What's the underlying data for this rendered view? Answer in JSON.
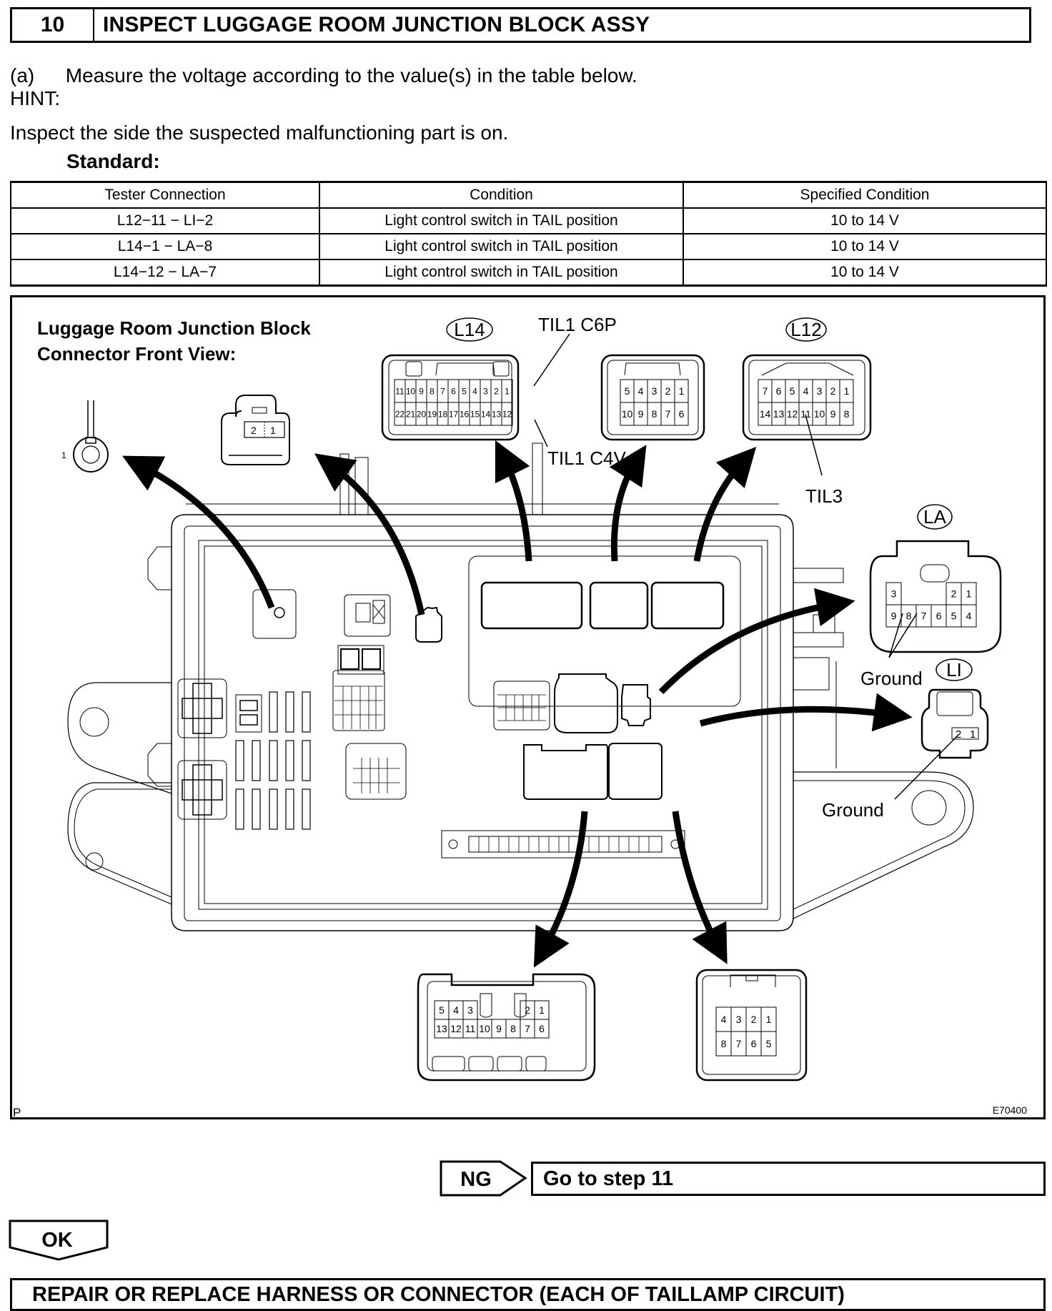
{
  "header": {
    "step_number": "10",
    "title": "INSPECT LUGGAGE ROOM JUNCTION BLOCK ASSY"
  },
  "instructions": {
    "item_marker": "(a)",
    "item_text": "Measure the voltage according to the value(s) in the table below.",
    "hint_label": "HINT:",
    "hint_text": "Inspect the side the suspected malfunctioning part is on.",
    "standard_label": "Standard:"
  },
  "spec_table": {
    "headers": [
      "Tester Connection",
      "Condition",
      "Specified Condition"
    ],
    "rows": [
      [
        "L12−11 − LI−2",
        "Light control switch in TAIL position",
        "10 to 14 V"
      ],
      [
        "L14−1 − LA−8",
        "Light control switch in TAIL position",
        "10 to 14 V"
      ],
      [
        "L14−12 − LA−7",
        "Light control switch in TAIL position",
        "10 to 14 V"
      ]
    ]
  },
  "diagram": {
    "heading_line1": "Luggage Room Junction Block",
    "heading_line2": "Connector Front View:",
    "labels": {
      "l14": "L14",
      "l12": "L12",
      "la": "LA",
      "li": "LI",
      "til1_c6p": "TIL1 C6P",
      "til1_c4v": "TIL1 C4V",
      "til3": "TIL3",
      "ground_la": "Ground",
      "ground_li": "Ground",
      "ring_pin": "1",
      "corner_left": "P",
      "figure_id": "E70400"
    },
    "connectors": {
      "ring_terminal": {
        "pins": [
          "1"
        ]
      },
      "two_pin": {
        "pins": [
          "2",
          "1"
        ]
      },
      "l14": {
        "row1": [
          "11",
          "10",
          "9",
          "8",
          "7",
          "6",
          "5",
          "4",
          "3",
          "2",
          "1"
        ],
        "row2": [
          "22",
          "21",
          "20",
          "19",
          "18",
          "17",
          "16",
          "15",
          "14",
          "13",
          "12"
        ]
      },
      "ten_pin": {
        "row1": [
          "5",
          "4",
          "3",
          "2",
          "1"
        ],
        "row2": [
          "10",
          "9",
          "8",
          "7",
          "6"
        ]
      },
      "l12": {
        "row1": [
          "7",
          "6",
          "5",
          "4",
          "3",
          "2",
          "1"
        ],
        "row2": [
          "14",
          "13",
          "12",
          "11",
          "10",
          "9",
          "8"
        ]
      },
      "la": {
        "row1_left": [
          "3"
        ],
        "row1_right": [
          "2",
          "1"
        ],
        "row2": [
          "9",
          "8",
          "7",
          "6",
          "5",
          "4"
        ]
      },
      "li": {
        "pins": [
          "2",
          "1"
        ]
      },
      "thirteen_pin": {
        "row1_left": [
          "5",
          "4",
          "3"
        ],
        "row1_right": [
          "2",
          "1"
        ],
        "row2": [
          "13",
          "12",
          "11",
          "10",
          "9",
          "8",
          "7",
          "6"
        ]
      },
      "eight_pin": {
        "row1": [
          "4",
          "3",
          "2",
          "1"
        ],
        "row2": [
          "8",
          "7",
          "6",
          "5"
        ]
      }
    }
  },
  "flow": {
    "ng_label": "NG",
    "ng_action": "Go to step 11",
    "ok_label": "OK",
    "ok_action": "REPAIR OR REPLACE HARNESS OR CONNECTOR (EACH OF TAILLAMP CIRCUIT)"
  }
}
